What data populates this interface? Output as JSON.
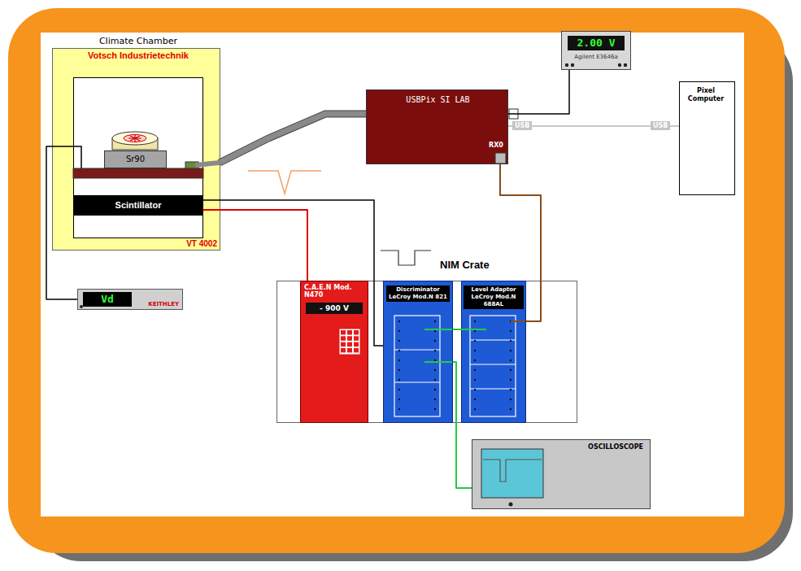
{
  "diagram": {
    "nodes": [
      {
        "text": [
          "Climate Chamber",
          "Votsch Industrietechnik",
          "VT 4002"
        ]
      },
      {
        "text": [
          "Sr90"
        ],
        "in": 0
      },
      {
        "text": [
          "Scintillator"
        ],
        "in": 0
      },
      {
        "text": [
          "USBPix SI LAB",
          "RX0"
        ]
      },
      {
        "text": [
          "2.00 V",
          "Agilent E3646a"
        ]
      },
      {
        "text": [
          "Pixel Computer"
        ]
      },
      {
        "text": [
          "Vd",
          "KEITHLEY"
        ]
      },
      {
        "text": [
          "NIM Crate"
        ]
      },
      {
        "text": [
          "C.A.E.N Mod. N470",
          "- 900 V"
        ],
        "in": 7
      },
      {
        "text": [
          "Discriminator LeCroy Mod.N 821"
        ],
        "in": 7
      },
      {
        "text": [
          "Level Adaptor LeCroy Mod.N 688AL"
        ],
        "in": 7
      },
      {
        "text": [
          "OSCILLOSCOPE"
        ]
      }
    ],
    "edges": [
      {
        "from": 0,
        "to": 3,
        "arrow": "none"
      },
      {
        "from": 4,
        "to": 3,
        "arrow": "none"
      },
      {
        "from": 3,
        "to": 5,
        "arrow": "none"
      },
      {
        "from": 6,
        "to": 0,
        "arrow": "none"
      },
      {
        "from": 2,
        "to": 8,
        "arrow": "none"
      },
      {
        "from": 2,
        "to": 9,
        "arrow": "none"
      },
      {
        "from": 9,
        "to": 10,
        "arrow": "none"
      },
      {
        "from": 9,
        "to": 11,
        "arrow": "none"
      },
      {
        "from": 10,
        "to": 3,
        "arrow": "none"
      }
    ],
    "labels": [
      "USB",
      "USB"
    ]
  }
}
